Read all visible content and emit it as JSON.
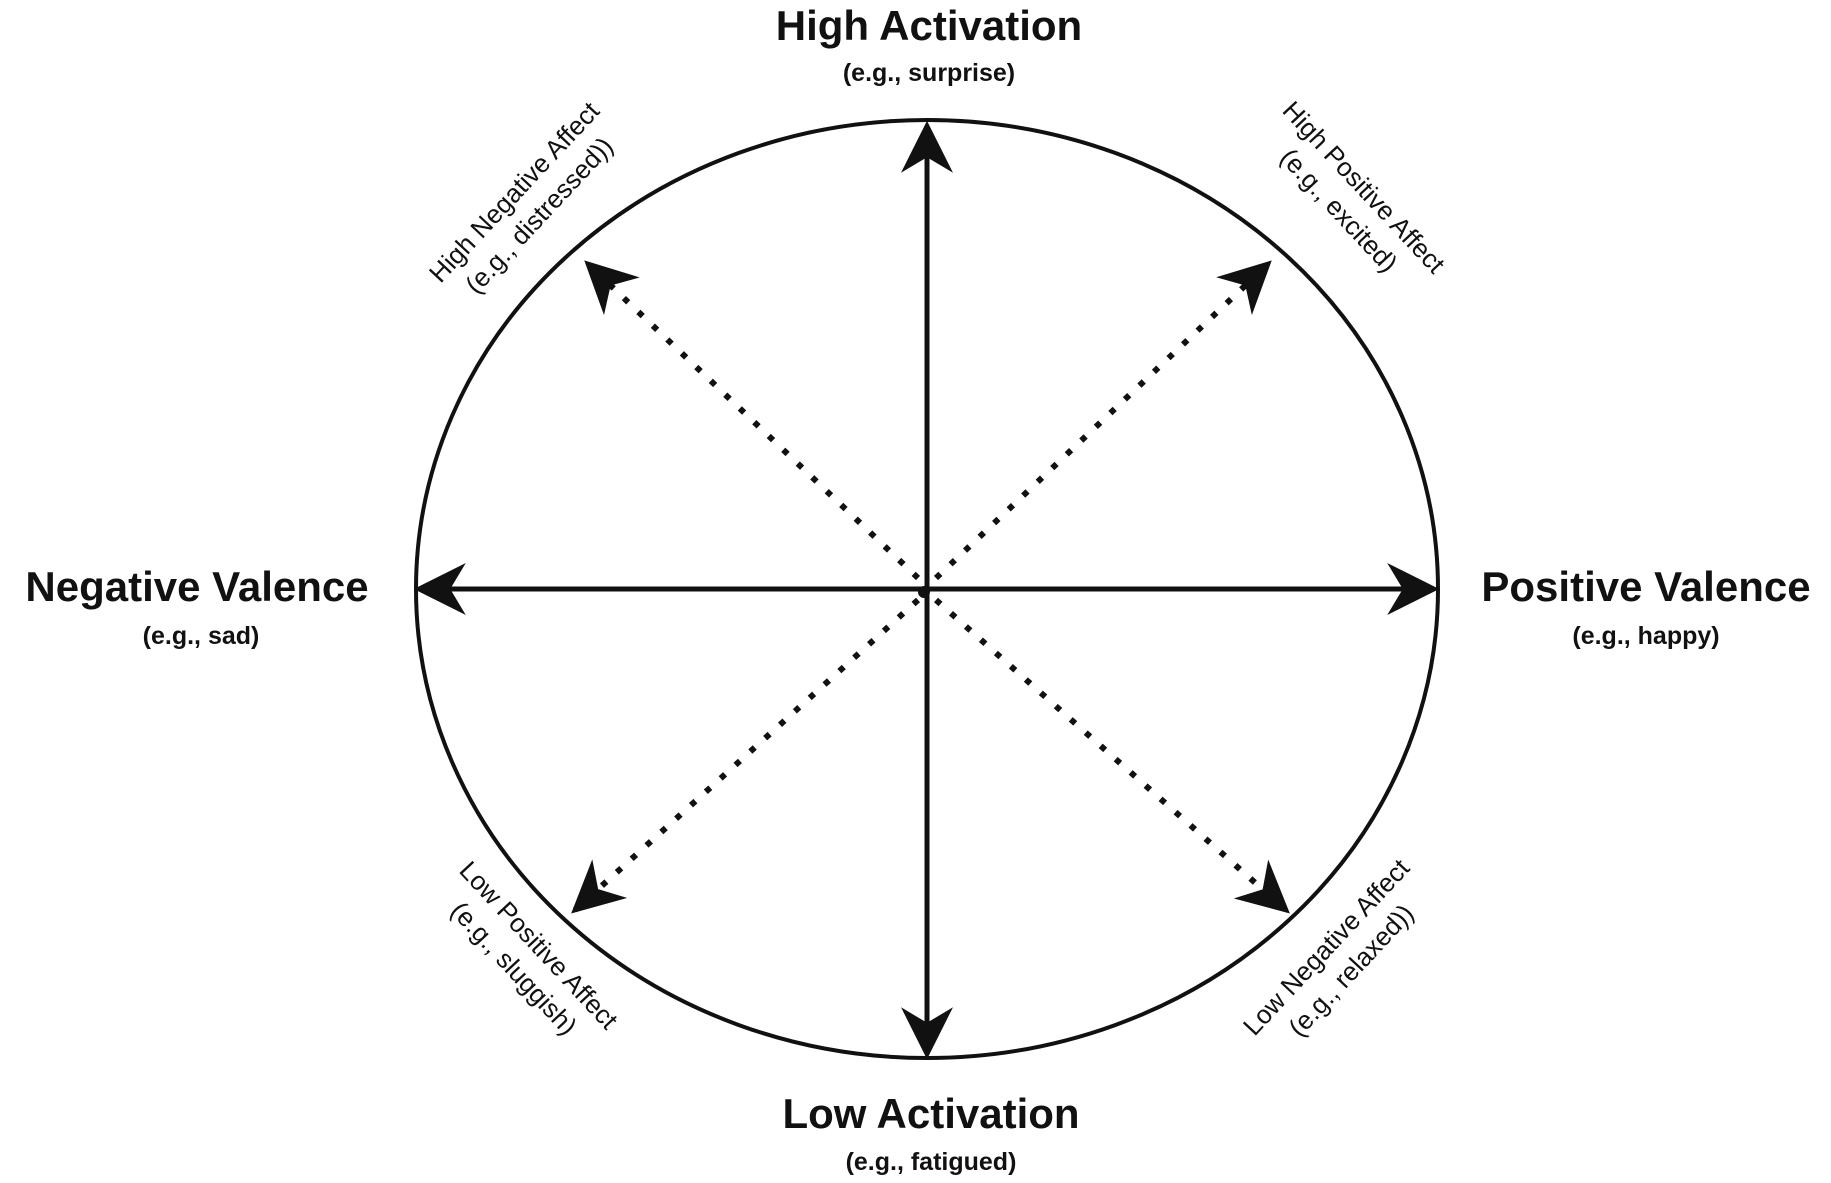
{
  "axes": {
    "top": {
      "label": "High Activation",
      "example": "(e.g., surprise)"
    },
    "bottom": {
      "label": "Low Activation",
      "example": "(e.g., fatigued)"
    },
    "left": {
      "label": "Negative Valence",
      "example": "(e.g., sad)"
    },
    "right": {
      "label": "Positive Valence",
      "example": "(e.g., happy)"
    }
  },
  "diagonals": {
    "upper_left": {
      "label": "High Negative Affect",
      "example": "(e.g., distressed))"
    },
    "upper_right": {
      "label": "High Positive Affect",
      "example": "(e.g., excited)"
    },
    "lower_left": {
      "label": "Low Positive Affect",
      "example": "(e.g., sluggish)"
    },
    "lower_right": {
      "label": "Low Negative Affect",
      "example": "(e.g., relaxed))"
    }
  },
  "colors": {
    "ink": "#111111",
    "background": "#ffffff"
  }
}
